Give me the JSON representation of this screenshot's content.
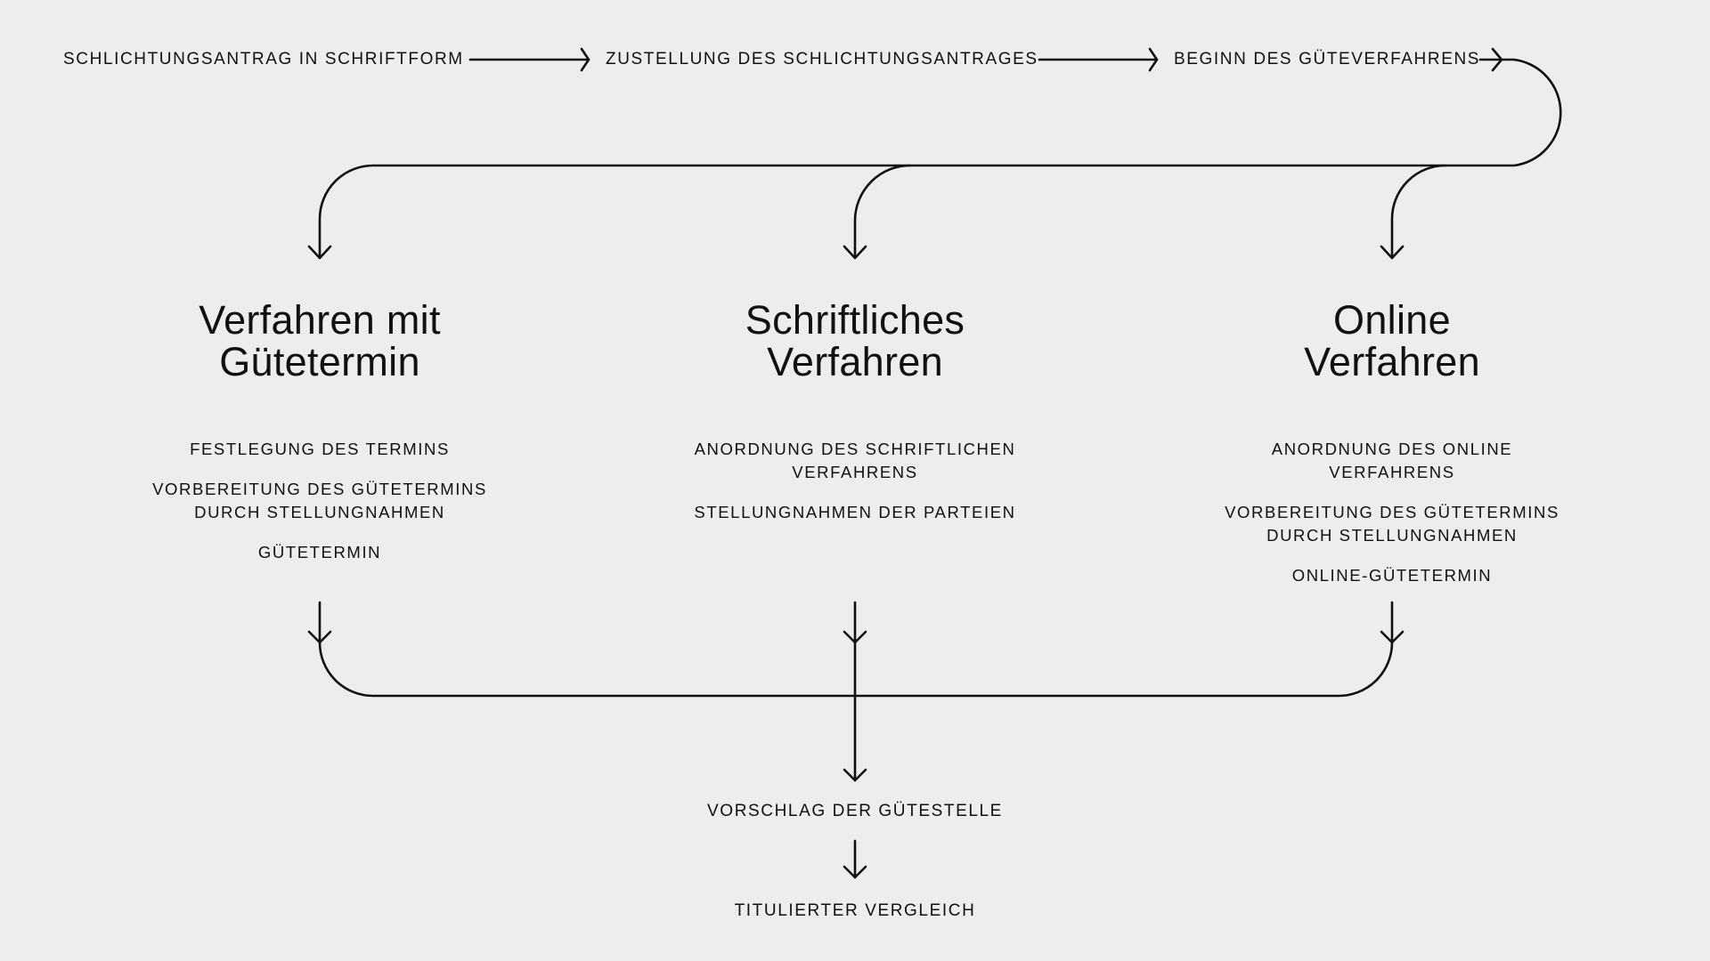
{
  "top_flow": [
    "SCHLICHTUNGSANTRAG IN SCHRIFTFORM",
    "ZUSTELLUNG DES SCHLICHTUNGSANTRAGES",
    "BEGINN DES GÜTEVERFAHRENS"
  ],
  "columns": [
    {
      "title": [
        "Verfahren mit",
        "Gütetermin"
      ],
      "items": [
        "FESTLEGUNG DES TERMINS",
        "VORBEREITUNG DES GÜTETERMINS DURCH STELLUNGNAHMEN",
        "GÜTETERMIN"
      ]
    },
    {
      "title": [
        "Schriftliches",
        "Verfahren"
      ],
      "items": [
        "ANORDNUNG DES SCHRIFTLICHEN VERFAHRENS",
        "STELLUNGNAHMEN DER PARTEIEN"
      ]
    },
    {
      "title": [
        "Online",
        "Verfahren"
      ],
      "items": [
        "ANORDNUNG DES ONLINE VERFAHRENS",
        "VORBEREITUNG DES GÜTETERMINS DURCH STELLUNGNAHMEN",
        "ONLINE-GÜTETERMIN"
      ]
    }
  ],
  "result_flow": [
    "VORSCHLAG DER GÜTESTELLE",
    "TITULIERTER VERGLEICH"
  ]
}
